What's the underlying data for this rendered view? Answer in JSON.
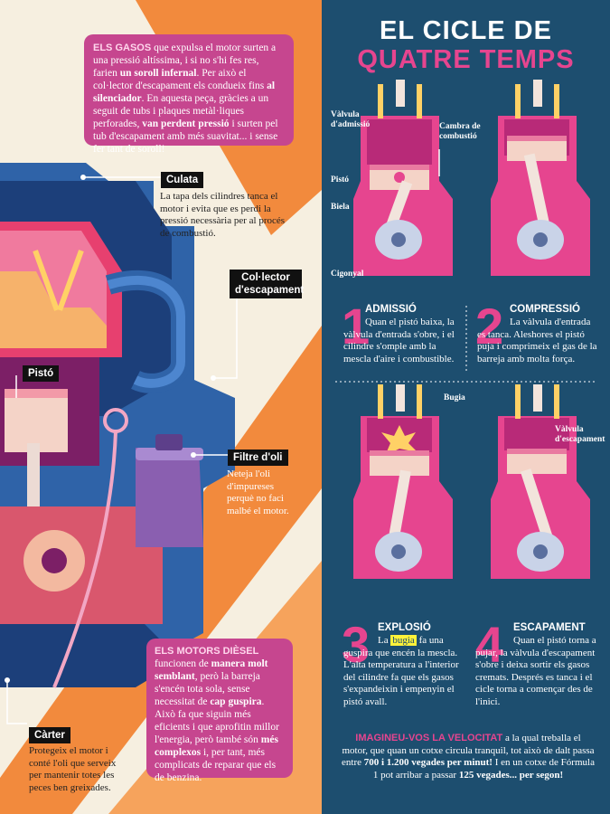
{
  "left": {
    "gasos_box": {
      "lead": "ELS GASOS",
      "t1": " que expulsa el motor surten a una pressió altíssima, i si no s'hi fes res, farien ",
      "b1": "un soroll infernal",
      "t2": ". Per això el col·lector d'escapament els condueix fins ",
      "b2": "al silenciador",
      "t3": ". En aquesta peça, gràcies a un seguit de tubs i plaques metàl·liques perforades, ",
      "b3": "van perdent pressió",
      "t4": " i surten pel tub d'escapament amb més suavitat... i sense fer tant de soroll!"
    },
    "culata": {
      "label": "Culata",
      "desc": "La tapa dels cilindres tanca el motor i evita que es perdi la pressió necessària per al procés de combustió."
    },
    "collector": {
      "label": "Col·lector d'escapament"
    },
    "pisto": {
      "label": "Pistó"
    },
    "filtre": {
      "label": "Filtre d'oli",
      "desc": "Neteja l'oli d'impureses perquè no faci malbé el motor."
    },
    "carter": {
      "label": "Càrter",
      "desc": "Protegeix el motor i conté l'oli que serveix per mantenir totes les peces ben greixades."
    },
    "diesel_box": {
      "lead": "ELS MOTORS DIÈSEL",
      "t1": " funcionen de ",
      "b1": "manera molt semblant",
      "t2": ", però la barreja s'encén tota sola, sense necessitat de ",
      "b2": "cap guspira",
      "t3": ". Això fa que siguin més eficients i que aprofitin millor l'energia, però també són ",
      "b3": "més complexos",
      "t4": " i, per tant, més complicats de reparar que els de benzina."
    }
  },
  "right": {
    "title_line1": "EL CICLE DE",
    "title_line2": "QUATRE TEMPS",
    "diagram_labels": {
      "valvula_admissio": "Vàlvula d'admissió",
      "cambra": "Cambra de combustió",
      "pisto": "Pistó",
      "biela": "Biela",
      "cigonyal": "Cigonyal",
      "bugia": "Bugia",
      "valvula_escapament": "Vàlvula d'escapament"
    },
    "steps": [
      {
        "num": "1",
        "title": "ADMISSIÓ",
        "text": "Quan el pistó baixa, la vàlvula d'entrada s'obre, i el cilindre s'omple amb la mescla d'aire i combustible."
      },
      {
        "num": "2",
        "title": "COMPRESSIÓ",
        "text": "La vàlvula d'entrada es tanca. Aleshores el pistó puja i comprimeix el gas de la barreja amb molta força."
      },
      {
        "num": "3",
        "title": "EXPLOSIÓ",
        "pre": "La ",
        "hl": "bugia",
        "text": " fa una guspira que encén la mescla. L'alta temperatura a l'interior del cilindre fa que els gasos s'expandeixin i empenyin el pistó avall."
      },
      {
        "num": "4",
        "title": "ESCAPAMENT",
        "text": "Quan el pistó torna a pujar, la vàlvula d'escapament s'obre i deixa sortir els gasos cremats. Després es tanca i el cicle torna a començar des de l'inici."
      }
    ],
    "velocitat": {
      "lead": "IMAGINEU-VOS LA VELOCITAT",
      "t1": " a la qual treballa el motor, que quan un cotxe circula tranquil, tot això de dalt passa entre ",
      "b1": "700 i 1.200 vegades per minut!",
      "t2": " I en un cotxe de Fórmula 1 pot arribar a passar ",
      "b2": "125 vegades... per segon!"
    }
  },
  "colors": {
    "magenta": "#c6468f",
    "navy": "#1d4e6f",
    "pink": "#e6458f",
    "orange": "#f07d3a"
  }
}
